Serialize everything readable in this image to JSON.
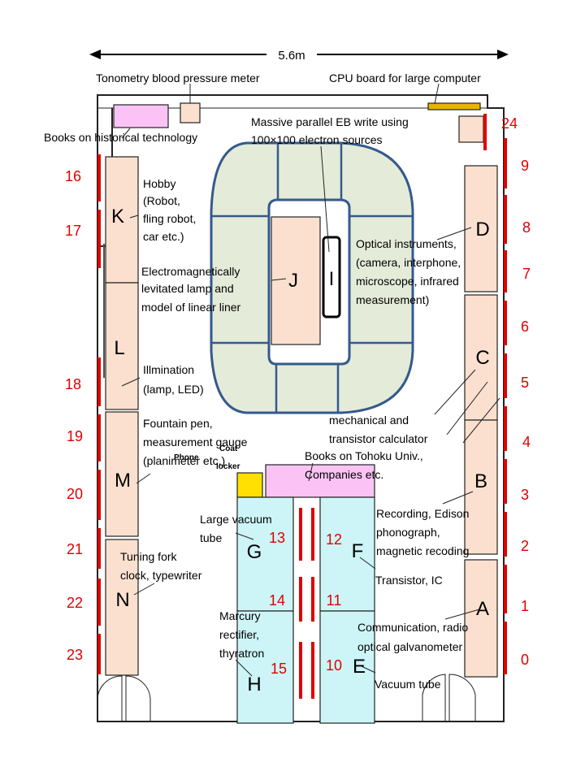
{
  "dimension": "5.6m",
  "labels": {
    "tonometry": "Tonometry blood pressure meter",
    "cpu": "CPU board for large computer",
    "books_hist": "Books on historical technology",
    "eb_1": "Massive parallel EB write using",
    "eb_2": "100×100 electron sources",
    "hobby_1": "Hobby",
    "hobby_2": "(Robot,",
    "hobby_3": "fling robot,",
    "hobby_4": "car etc.)",
    "em_1": "Electromagnetically",
    "em_2": "levitated lamp and",
    "em_3": "model of linear liner",
    "optical_1": "Optical instruments,",
    "optical_2": "(camera, interphone,",
    "optical_3": "microscope, infrared",
    "optical_4": "measurement)",
    "illum_1": "Illmination",
    "illum_2": "(lamp, LED)",
    "mech_1": "mechanical and",
    "mech_2": "transistor calculator",
    "tohoku_1": "Books on Tohoku Univ.,",
    "tohoku_2": "Companies etc.",
    "fountain_1": "Fountain pen,",
    "fountain_2": "measurement gauge",
    "fountain_3": "(planimeter etc.)",
    "phone": "Phone",
    "coat_1": "Coat",
    "coat_2": "locker",
    "large_vac_1": "Large vacuum",
    "large_vac_2": "tube",
    "recording_1": "Recording, Edison",
    "recording_2": "phonograph,",
    "recording_3": "magnetic recoding",
    "tuning_1": "Tuning fork",
    "tuning_2": "clock, typewriter",
    "transistor": "Transistor, IC",
    "comm_1": "Communication, radio",
    "comm_2": "optical galvanometer",
    "mercury_1": "Marcury",
    "mercury_2": "rectifier,",
    "mercury_3": "thyratron",
    "vacuum_tube": "Vacuum tube"
  },
  "cases": {
    "A": "A",
    "B": "B",
    "C": "C",
    "D": "D",
    "E": "E",
    "F": "F",
    "G": "G",
    "H": "H",
    "I": "I",
    "J": "J",
    "K": "K",
    "L": "L",
    "M": "M",
    "N": "N"
  },
  "numbers": {
    "n0": "0",
    "n1": "1",
    "n2": "2",
    "n3": "3",
    "n4": "4",
    "n5": "5",
    "n6": "6",
    "n7": "7",
    "n8": "8",
    "n9": "9",
    "n10": "10",
    "n11": "11",
    "n12": "12",
    "n13": "13",
    "n14": "14",
    "n15": "15",
    "n16": "16",
    "n17": "17",
    "n18": "18",
    "n19": "19",
    "n20": "20",
    "n21": "21",
    "n22": "22",
    "n23": "23",
    "n24": "24"
  },
  "colors": {
    "case_fill": "#fbe0cf",
    "cyan_fill": "#cdf5f7",
    "oval_fill": "#e4ebd9",
    "oval_stroke": "#355a8c",
    "books_fill": "#fbc3f5",
    "locker_fill": "#ffe000",
    "cpu_fill": "#e8b400",
    "marker_red": "#e00000"
  }
}
